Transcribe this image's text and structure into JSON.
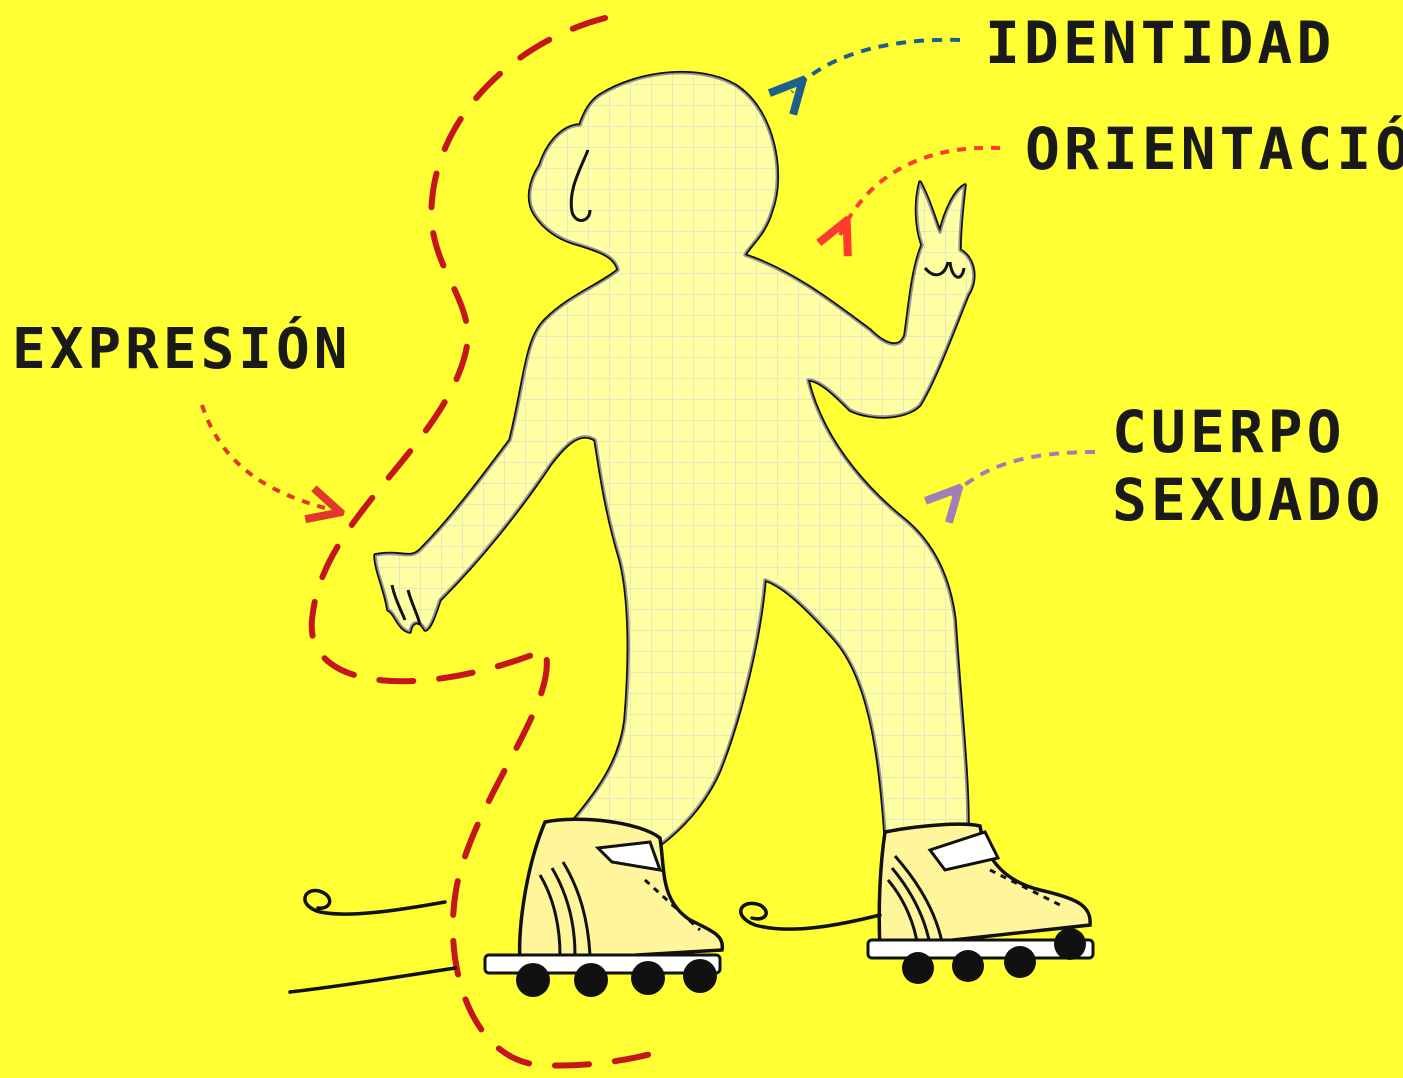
{
  "labels": {
    "identidad": "IDENTIDAD",
    "orientacion": "ORIENTACIÓN",
    "expresion": "EXPRESIÓN",
    "cuerpo_line1": "CUERPO",
    "cuerpo_line2": "SEXUADO"
  },
  "colors": {
    "background": "#ffff33",
    "identidad_arrow": "#1f5f8b",
    "orientacion_arrow": "#ff3b30",
    "expresion_arrow": "#e0392b",
    "cuerpo_arrow": "#a07fb8",
    "expression_path": "#c4161c",
    "figure_fill": "#ffffff",
    "grid": "#9a9a9a",
    "skate_fill": "#fff59a",
    "outline": "#111111"
  },
  "illustration": {
    "figure": "child-silhouette-on-rollerblades",
    "figure_pattern": "grid-paper",
    "gesture": "peace-sign"
  }
}
